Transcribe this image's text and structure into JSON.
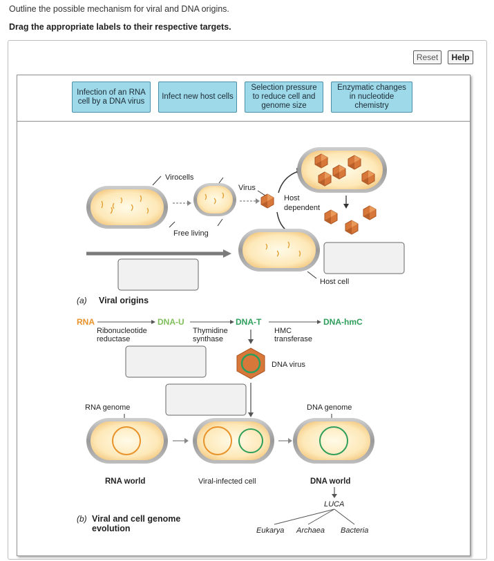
{
  "question": {
    "prompt": "Outline the possible mechanism for viral and DNA origins.",
    "instruction": "Drag the appropriate labels to their respective targets."
  },
  "toolbar": {
    "reset_label": "Reset",
    "help_label": "Help"
  },
  "labels": [
    "Infection of an RNA cell by a DNA virus",
    "Infect new host cells",
    "Selection pressure to reduce cell and genome size",
    "Enzymatic changes in nucleotide chemistry"
  ],
  "figure": {
    "a": {
      "virocells": "Virocells",
      "virus": "Virus",
      "host_dependent_1": "Host",
      "host_dependent_2": "dependent",
      "free_living": "Free living",
      "host_cell": "Host cell",
      "caption_letter": "(a)",
      "caption_title": "Viral origins"
    },
    "b": {
      "rna": "RNA",
      "dna_u": "DNA-U",
      "dna_t": "DNA-T",
      "dna_hmc": "DNA-hmC",
      "ribonucleotide_1": "Ribonucleotide",
      "ribonucleotide_2": "reductase",
      "thymidine_1": "Thymidine",
      "thymidine_2": "synthase",
      "hmc_1": "HMC",
      "hmc_2": "transferase",
      "dna_virus": "DNA virus",
      "rna_genome": "RNA genome",
      "dna_genome": "DNA genome",
      "rna_world": "RNA world",
      "viral_infected_cell": "Viral-infected cell",
      "dna_world": "DNA world",
      "luca": "LUCA",
      "eukarya": "Eukarya",
      "archaea": "Archaea",
      "bacteria": "Bacteria",
      "caption_letter": "(b)",
      "caption_title_1": "Viral and cell genome",
      "caption_title_2": "evolution"
    }
  },
  "colors": {
    "chip_fill": "#9ed9ea",
    "rna_orange": "#e8922a",
    "dna_green": "#2e9e5b",
    "virus_orange": "#d7783a",
    "cell_fill": "#fde6b4"
  }
}
